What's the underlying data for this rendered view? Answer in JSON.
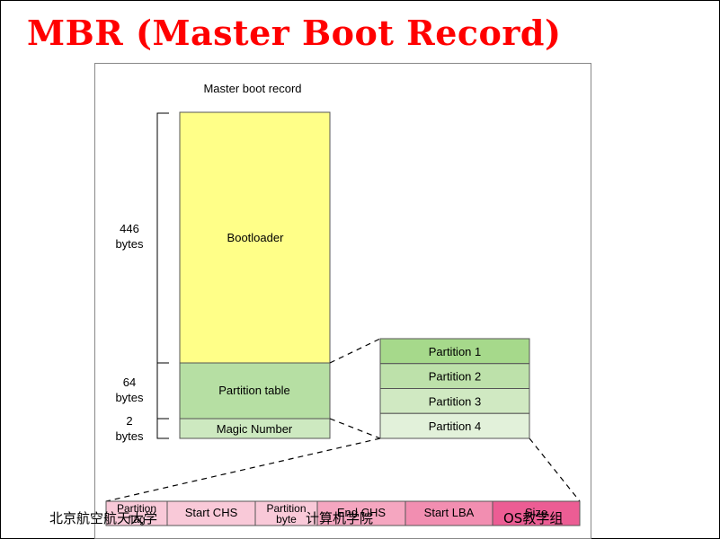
{
  "title": "MBR (Master Boot Record)",
  "footer": {
    "left": "北京航空航天大学",
    "middle": "计算机学院",
    "right": "OS教学组"
  },
  "diagram": {
    "heading": "Master boot record",
    "sections": {
      "bootloader": {
        "label": "Bootloader",
        "size_line1": "446",
        "size_line2": "bytes",
        "color": "#ffff88"
      },
      "partition_table": {
        "label": "Partition table",
        "size_line1": "64",
        "size_line2": "bytes",
        "color": "#b6dfa3"
      },
      "magic_number": {
        "label": "Magic Number",
        "size_line1": "2",
        "size_line2": "bytes",
        "color": "#cde9c0"
      }
    },
    "partitions": [
      {
        "label": "Partition 1",
        "color": "#a6d98b"
      },
      {
        "label": "Partition 2",
        "color": "#bde1aa"
      },
      {
        "label": "Partition 3",
        "color": "#d0e9c2"
      },
      {
        "label": "Partition 4",
        "color": "#e2f1da"
      }
    ],
    "entry_fields": [
      {
        "line1": "Partition",
        "line2": "flag",
        "color": "#f9c9d8"
      },
      {
        "line1": "Start CHS",
        "line2": "",
        "color": "#f9c9d8"
      },
      {
        "line1": "Partition",
        "line2": "byte",
        "color": "#f9c9d8"
      },
      {
        "line1": "End CHS",
        "line2": "",
        "color": "#f5a6c0"
      },
      {
        "line1": "Start LBA",
        "line2": "",
        "color": "#f28eb1"
      },
      {
        "line1": "Size",
        "line2": "",
        "color": "#ec5d94"
      }
    ]
  }
}
